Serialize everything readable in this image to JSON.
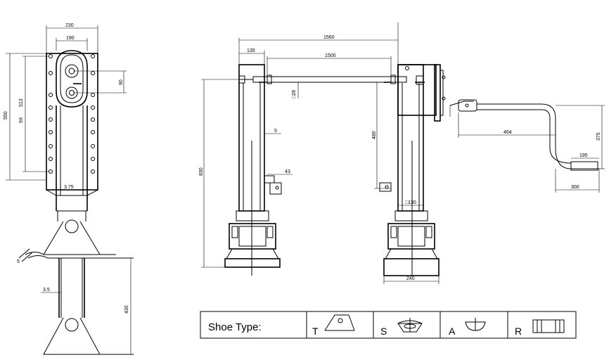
{
  "dims": {
    "w230": "230",
    "w190": "190",
    "h550": "550",
    "h513": "513",
    "h513_prefix": "9X",
    "h90": "90",
    "t375": "3.75",
    "h430": "430",
    "t35": "3.5",
    "a5": "5",
    "w1560": "1560",
    "w1500": "1500",
    "w135": "135",
    "sq28": "□28",
    "s5": "5",
    "h830": "830",
    "h480": "480",
    "s43": "43",
    "sq130": "□130",
    "w240": "240",
    "w464": "464",
    "h375": "375",
    "w195": "195",
    "w300": "300"
  },
  "legend": {
    "title": "Shoe Type:",
    "types": [
      {
        "code": "T",
        "icon": "t-shoe-icon"
      },
      {
        "code": "S",
        "icon": "s-shoe-icon"
      },
      {
        "code": "A",
        "icon": "a-shoe-icon"
      },
      {
        "code": "R",
        "icon": "r-shoe-icon"
      }
    ]
  }
}
